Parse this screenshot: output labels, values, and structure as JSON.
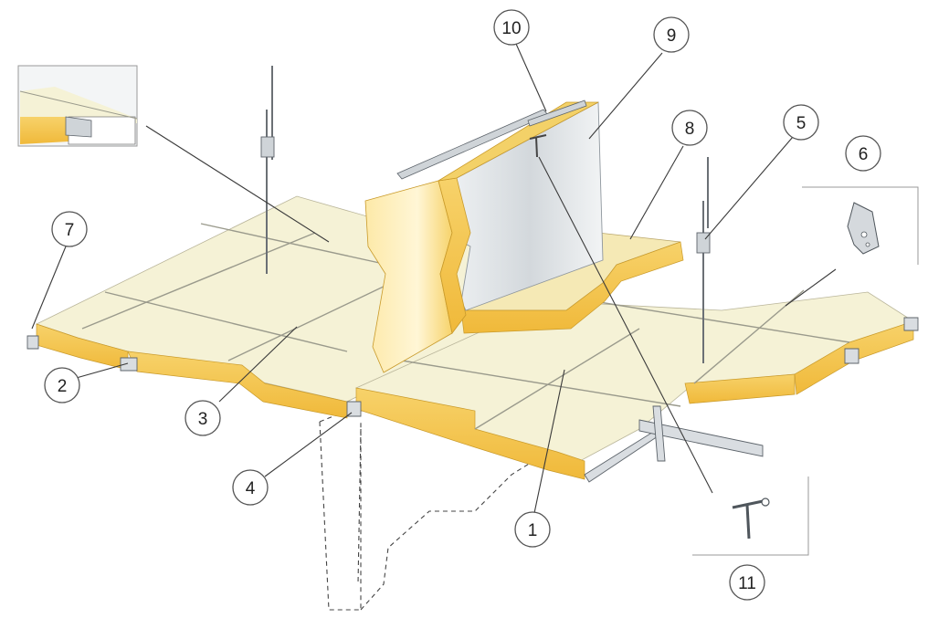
{
  "diagram": {
    "title": "",
    "callouts": [
      {
        "id": "c1",
        "label": "1"
      },
      {
        "id": "c2",
        "label": "2"
      },
      {
        "id": "c3",
        "label": "3"
      },
      {
        "id": "c4",
        "label": "4"
      },
      {
        "id": "c5",
        "label": "5"
      },
      {
        "id": "c6",
        "label": "6"
      },
      {
        "id": "c7",
        "label": "7"
      },
      {
        "id": "c8",
        "label": "8"
      },
      {
        "id": "c9",
        "label": "9"
      },
      {
        "id": "c10",
        "label": "10"
      },
      {
        "id": "c11",
        "label": "11"
      }
    ],
    "colors": {
      "panel_face": "#f5f2d6",
      "panel_edge": "#f2c94c",
      "panel_edge_light": "#fbe59a",
      "steel": "#cfd4d8",
      "steel_dark": "#8e969d",
      "line": "#3a3a3a"
    },
    "icons": [
      "suspension-rod-icon",
      "t-rail-icon",
      "hanger-clip-icon",
      "t-clip-icon"
    ]
  }
}
